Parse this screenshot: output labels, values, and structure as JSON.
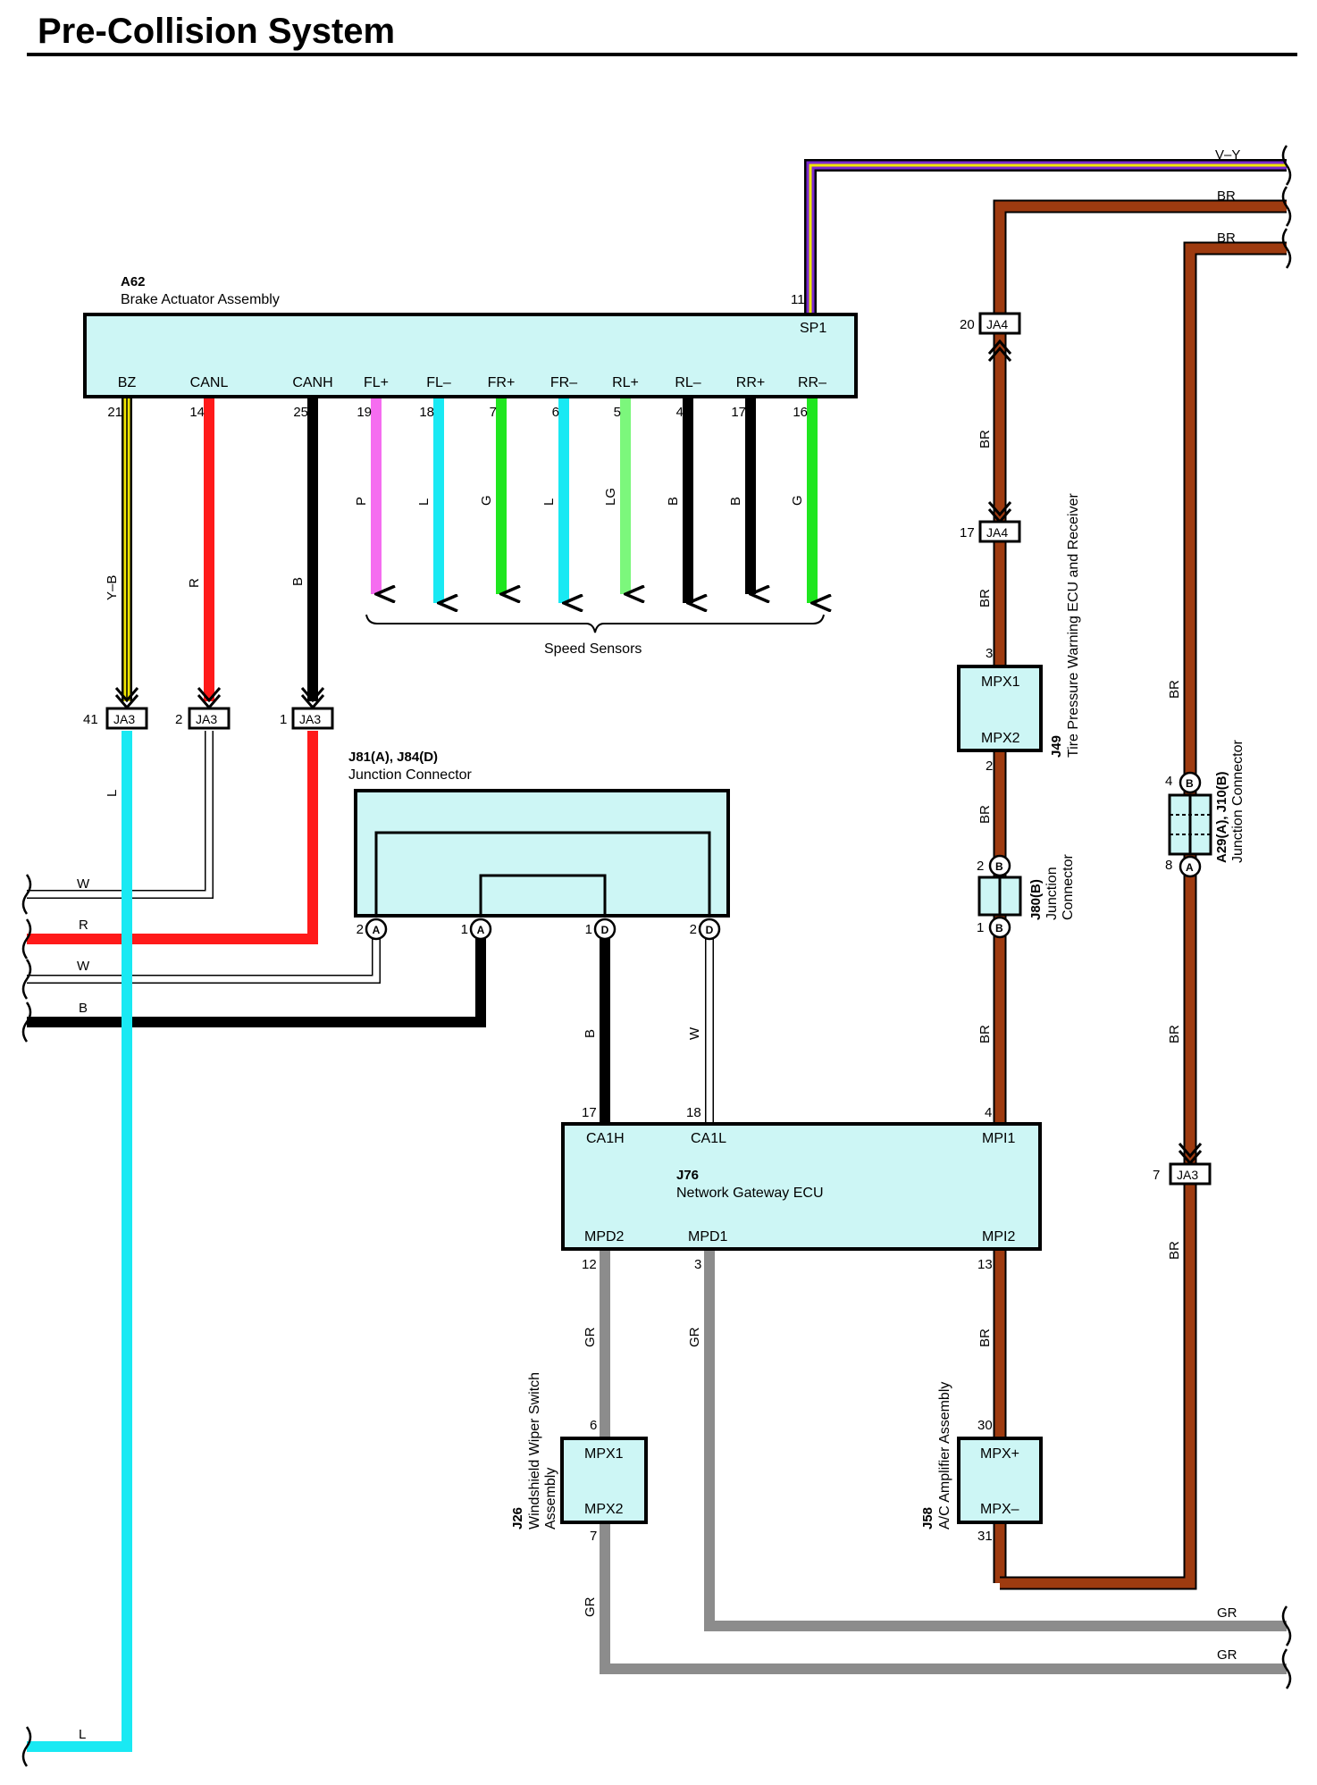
{
  "title": "Pre-Collision System",
  "colors": {
    "box_fill": "#cdf6f5",
    "Y-B": [
      "#f2e600",
      "#000000"
    ],
    "V-Y": [
      "#7b2ad0",
      "#f2e600"
    ],
    "R": "#ff1a1a",
    "B": "#000000",
    "L": "#19e9f3",
    "P": "#f56df0",
    "G": "#1fe61f",
    "LG": "#7cf77c",
    "BR": "#9e3b10",
    "GR": "#8c8c8c",
    "W": "#ffffff"
  },
  "components": {
    "a62": {
      "code": "A62",
      "name": "Brake Actuator Assembly",
      "sp_pin": "SP1",
      "sp_num": "11",
      "pins": [
        {
          "label": "BZ",
          "num": "21",
          "wire": "Y–B"
        },
        {
          "label": "CANL",
          "num": "14",
          "wire": "R"
        },
        {
          "label": "CANH",
          "num": "25",
          "wire": "B"
        },
        {
          "label": "FL+",
          "num": "19",
          "wire": "P"
        },
        {
          "label": "FL–",
          "num": "18",
          "wire": "L"
        },
        {
          "label": "FR+",
          "num": "7",
          "wire": "G"
        },
        {
          "label": "FR–",
          "num": "6",
          "wire": "L"
        },
        {
          "label": "RL+",
          "num": "5",
          "wire": "LG"
        },
        {
          "label": "RL–",
          "num": "4",
          "wire": "B"
        },
        {
          "label": "RR+",
          "num": "17",
          "wire": "B"
        },
        {
          "label": "RR–",
          "num": "16",
          "wire": "G"
        }
      ],
      "speed_sensors": "Speed Sensors"
    },
    "j81": {
      "code": "J81(A), J84(D)",
      "name": "Junction Connector",
      "pins": [
        {
          "num": "2",
          "letter": "A"
        },
        {
          "num": "1",
          "letter": "A"
        },
        {
          "num": "1",
          "letter": "D"
        },
        {
          "num": "2",
          "letter": "D"
        }
      ]
    },
    "j76": {
      "code": "J76",
      "name": "Network Gateway ECU",
      "top_pins": [
        {
          "label": "CA1H",
          "num": "17"
        },
        {
          "label": "CA1L",
          "num": "18"
        },
        {
          "label": "MPI1",
          "num": "4"
        }
      ],
      "bottom_pins": [
        {
          "label": "MPD2",
          "num": "12"
        },
        {
          "label": "MPD1",
          "num": "3"
        },
        {
          "label": "MPI2",
          "num": "13"
        }
      ]
    },
    "j49": {
      "code": "J49",
      "name": "Tire Pressure Warning ECU and Receiver",
      "pin_top": "MPX1",
      "num_top": "3",
      "pin_bottom": "MPX2",
      "num_bottom": "2"
    },
    "j80": {
      "code": "J80(B)",
      "name_line1": "Junction",
      "name_line2": "Connector",
      "num_top": "2",
      "num_bottom": "1",
      "letter": "B"
    },
    "a29": {
      "code": "A29(A), J10(B)",
      "name": "Junction Connector",
      "num_top": "4",
      "letter_top": "B",
      "num_bottom": "8",
      "letter_bottom": "A"
    },
    "j26": {
      "code": "J26",
      "name_line1": "Windshield Wiper Switch",
      "name_line2": "Assembly",
      "pin_top": "MPX1",
      "num_top": "6",
      "pin_bottom": "MPX2",
      "num_bottom": "7"
    },
    "j58": {
      "code": "J58",
      "name": "A/C Amplifier Assembly",
      "pin_top": "MPX+",
      "num_top": "30",
      "pin_bottom": "MPX–",
      "num_bottom": "31"
    }
  },
  "connectors": {
    "ja3_41": {
      "label": "JA3",
      "num": "41"
    },
    "ja3_2": {
      "label": "JA3",
      "num": "2"
    },
    "ja3_1": {
      "label": "JA3",
      "num": "1"
    },
    "ja4_20": {
      "label": "JA4",
      "num": "20"
    },
    "ja4_17": {
      "label": "JA4",
      "num": "17"
    },
    "ja3_7": {
      "label": "JA3",
      "num": "7"
    }
  },
  "wire_labels": {
    "vy": "V–Y",
    "br_top1": "BR",
    "br_top2": "BR",
    "l_vert": "L",
    "w1": "W",
    "r1": "R",
    "w2": "W",
    "b1": "B",
    "l_bottom": "L",
    "ja4_br": "BR",
    "j49_br": "BR",
    "j49_br_below": "BR",
    "j80_br_below": "BR",
    "right_br1": "BR",
    "right_br2": "BR",
    "right_br3": "BR",
    "ca1h_b": "B",
    "ca1l_w": "W",
    "mpi2_br": "BR",
    "mpd2_gr": "GR",
    "mpd1_gr": "GR",
    "j26_gr": "GR",
    "gr_right1": "GR",
    "gr_right2": "GR"
  }
}
